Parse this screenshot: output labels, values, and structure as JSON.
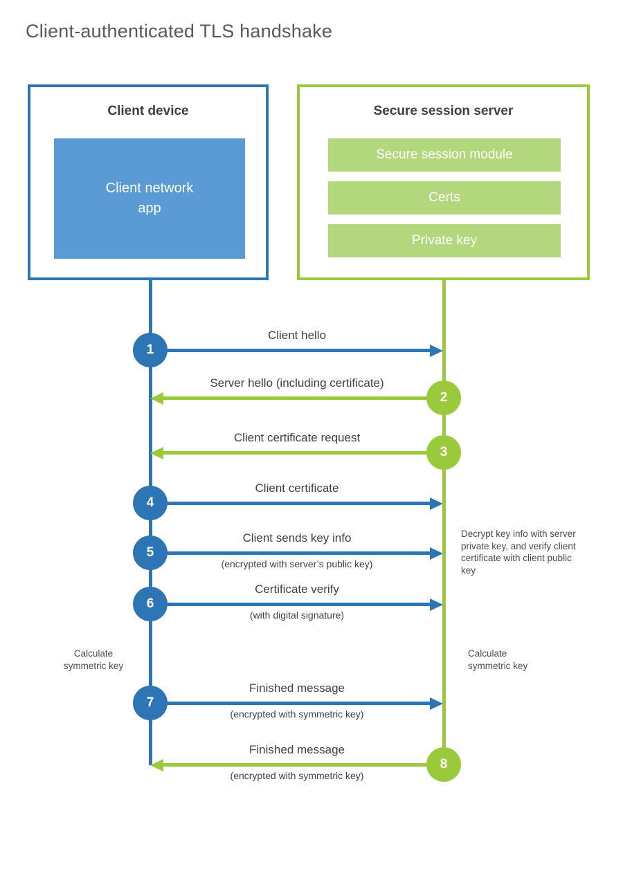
{
  "title": "Client-authenticated TLS handshake",
  "colors": {
    "blue": "#2E75B6",
    "blue_light": "#5B9BD5",
    "green": "#9ACA3C",
    "green_light": "#B3D77D",
    "text_dark": "#3F3F3F",
    "text_gray": "#595959"
  },
  "client_box": {
    "title": "Client device",
    "app_label": "Client network app"
  },
  "server_box": {
    "title": "Secure session server",
    "modules": [
      "Secure session module",
      "Certs",
      "Private key"
    ]
  },
  "messages": [
    {
      "num": "1",
      "from": "client",
      "to": "server",
      "label": "Client hello",
      "sub": ""
    },
    {
      "num": "2",
      "from": "server",
      "to": "client",
      "label": "Server hello (including certificate)",
      "sub": ""
    },
    {
      "num": "3",
      "from": "server",
      "to": "client",
      "label": "Client certificate request",
      "sub": ""
    },
    {
      "num": "4",
      "from": "client",
      "to": "server",
      "label": "Client certificate",
      "sub": ""
    },
    {
      "num": "5",
      "from": "client",
      "to": "server",
      "label": "Client sends key info",
      "sub": "(encrypted with server’s public key)"
    },
    {
      "num": "6",
      "from": "client",
      "to": "server",
      "label": "Certificate verify",
      "sub": "(with digital signature)"
    },
    {
      "num": "7",
      "from": "client",
      "to": "server",
      "label": "Finished message",
      "sub": "(encrypted with symmetric key)"
    },
    {
      "num": "8",
      "from": "server",
      "to": "client",
      "label": "Finished message",
      "sub": "(encrypted with symmetric key)"
    }
  ],
  "annotations": {
    "decrypt_note": "Decrypt key info with server private key, and verify client certificate with client public key",
    "calculate_left": "Calculate symmetric key",
    "calculate_right": "Calculate symmetric key"
  }
}
